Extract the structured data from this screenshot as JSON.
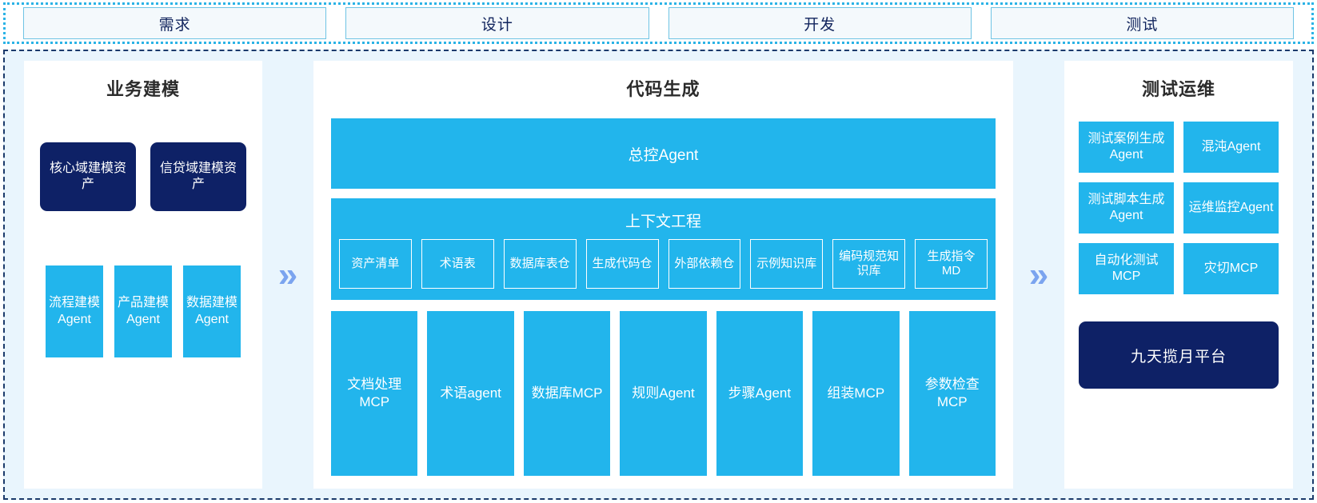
{
  "phases": [
    {
      "label": "需求"
    },
    {
      "label": "设计"
    },
    {
      "label": "开发"
    },
    {
      "label": "测试"
    }
  ],
  "arrows": {
    "glyph": "»"
  },
  "colors": {
    "cyan": "#22b5ec",
    "navy": "#0e2166",
    "arrow": "#7ba4ef",
    "panel_bg": "#ffffff",
    "canvas_bg": "#e9f5fd",
    "phase_border": "#6fc4e4",
    "phase_text": "#10235c"
  },
  "left_panel": {
    "title": "业务建模",
    "assets": [
      {
        "label": "核心域建模资产"
      },
      {
        "label": "信贷域建模资产"
      }
    ],
    "agents": [
      {
        "label": "流程建模Agent"
      },
      {
        "label": "产品建模Agent"
      },
      {
        "label": "数据建模Agent"
      }
    ]
  },
  "center_panel": {
    "title": "代码生成",
    "control_agent": "总控Agent",
    "context": {
      "title": "上下文工程",
      "items": [
        {
          "label": "资产清单"
        },
        {
          "label": "术语表"
        },
        {
          "label": "数据库表仓"
        },
        {
          "label": "生成代码仓"
        },
        {
          "label": "外部依赖仓"
        },
        {
          "label": "示例知识库"
        },
        {
          "label": "编码规范知识库"
        },
        {
          "label": "生成指令MD"
        }
      ]
    },
    "tools": [
      {
        "label": "文档处理MCP"
      },
      {
        "label": "术语agent"
      },
      {
        "label": "数据库MCP"
      },
      {
        "label": "规则Agent"
      },
      {
        "label": "步骤Agent"
      },
      {
        "label": "组装MCP"
      },
      {
        "label": "参数检查MCP"
      }
    ]
  },
  "right_panel": {
    "title": "测试运维",
    "items": [
      {
        "label": "测试案例生成Agent"
      },
      {
        "label": "混沌Agent"
      },
      {
        "label": "测试脚本生成Agent"
      },
      {
        "label": "运维监控Agent"
      },
      {
        "label": "自动化测试MCP"
      },
      {
        "label": "灾切MCP"
      }
    ],
    "platform": "九天揽月平台"
  }
}
